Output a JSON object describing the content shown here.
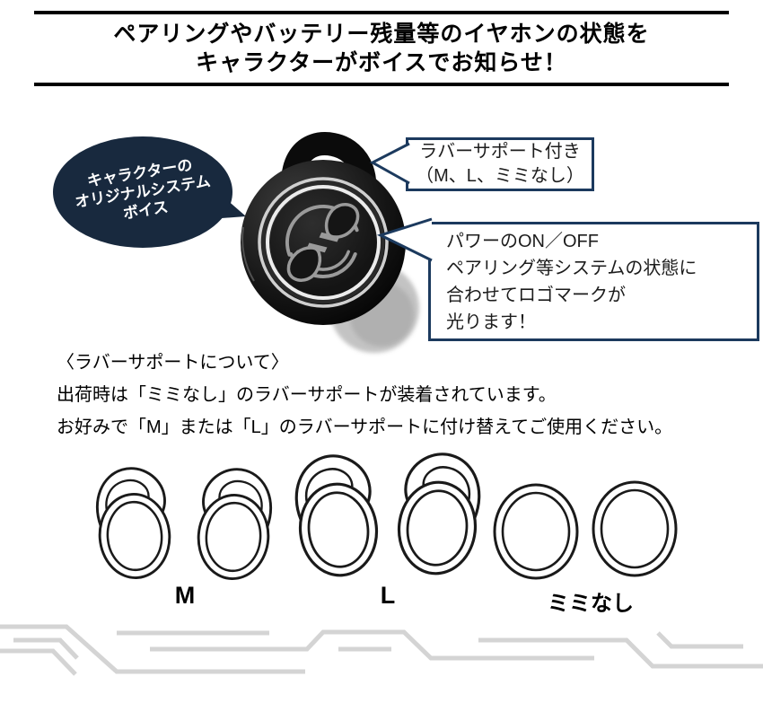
{
  "page": {
    "background": "#ffffff"
  },
  "colors": {
    "bubble_navy": "#18293e",
    "callout_border_navy": "#1c3a5e",
    "headline_rule": "#000000",
    "line_art": "#1a1a1a",
    "decoration_gray": "#d4d4d4"
  },
  "header": {
    "line1": "ペアリングやバッテリー残量等のイヤホンの状態を",
    "line2": "キャラクターがボイスでお知らせ！"
  },
  "bubble": {
    "lines": [
      "キャラクターの",
      "オリジナルシステム",
      "ボイス"
    ]
  },
  "callouts": [
    {
      "lines": [
        "ラバーサポート付き",
        "（M、L、ミミなし）"
      ]
    },
    {
      "lines": [
        "パワーのON／OFF",
        "ペアリング等システムの状態に",
        "合わせてロゴマークが",
        "光ります！"
      ]
    }
  ],
  "info": {
    "heading": "〈ラバーサポートについて〉",
    "lines": [
      "出荷時は「ミミなし」のラバーサポートが装着されています。",
      "お好みで「M」または「L」のラバーサポートに付け替えてご使用ください。"
    ]
  },
  "supports": {
    "labels": [
      "M",
      "L",
      "ミミなし"
    ]
  },
  "illustrations": {
    "earbud": "black-earbud-with-ear-hook",
    "speech_bubble": "navy-speech-bubble",
    "support_pairs": [
      "rubber-support-m-pair",
      "rubber-support-l-pair",
      "rubber-support-no-ear-pair"
    ],
    "footer": "gray-circuit-trace-decoration"
  }
}
